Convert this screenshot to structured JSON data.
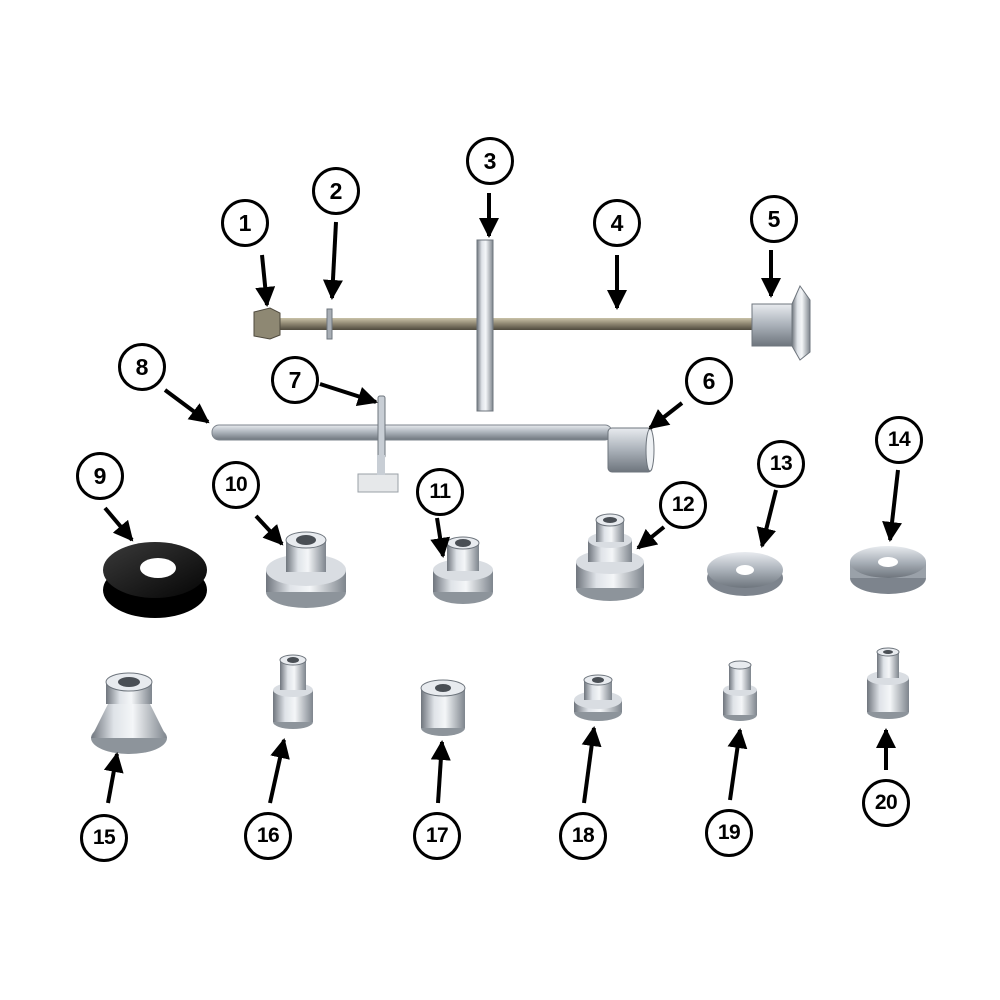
{
  "callouts": [
    {
      "id": "1",
      "label": "1"
    },
    {
      "id": "2",
      "label": "2"
    },
    {
      "id": "3",
      "label": "3"
    },
    {
      "id": "4",
      "label": "4"
    },
    {
      "id": "5",
      "label": "5"
    },
    {
      "id": "6",
      "label": "6"
    },
    {
      "id": "7",
      "label": "7"
    },
    {
      "id": "8",
      "label": "8"
    },
    {
      "id": "9",
      "label": "9"
    },
    {
      "id": "10",
      "label": "10"
    },
    {
      "id": "11",
      "label": "11"
    },
    {
      "id": "12",
      "label": "12"
    },
    {
      "id": "13",
      "label": "13"
    },
    {
      "id": "14",
      "label": "14"
    },
    {
      "id": "15",
      "label": "15"
    },
    {
      "id": "16",
      "label": "16"
    },
    {
      "id": "17",
      "label": "17"
    },
    {
      "id": "18",
      "label": "18"
    },
    {
      "id": "19",
      "label": "19"
    },
    {
      "id": "20",
      "label": "20"
    }
  ],
  "colors": {
    "background": "#ffffff",
    "ink": "#000000",
    "steel": "#b8bec6",
    "steel_dark": "#7d848d",
    "rod": "#8a8470",
    "rubber": "#111111"
  }
}
